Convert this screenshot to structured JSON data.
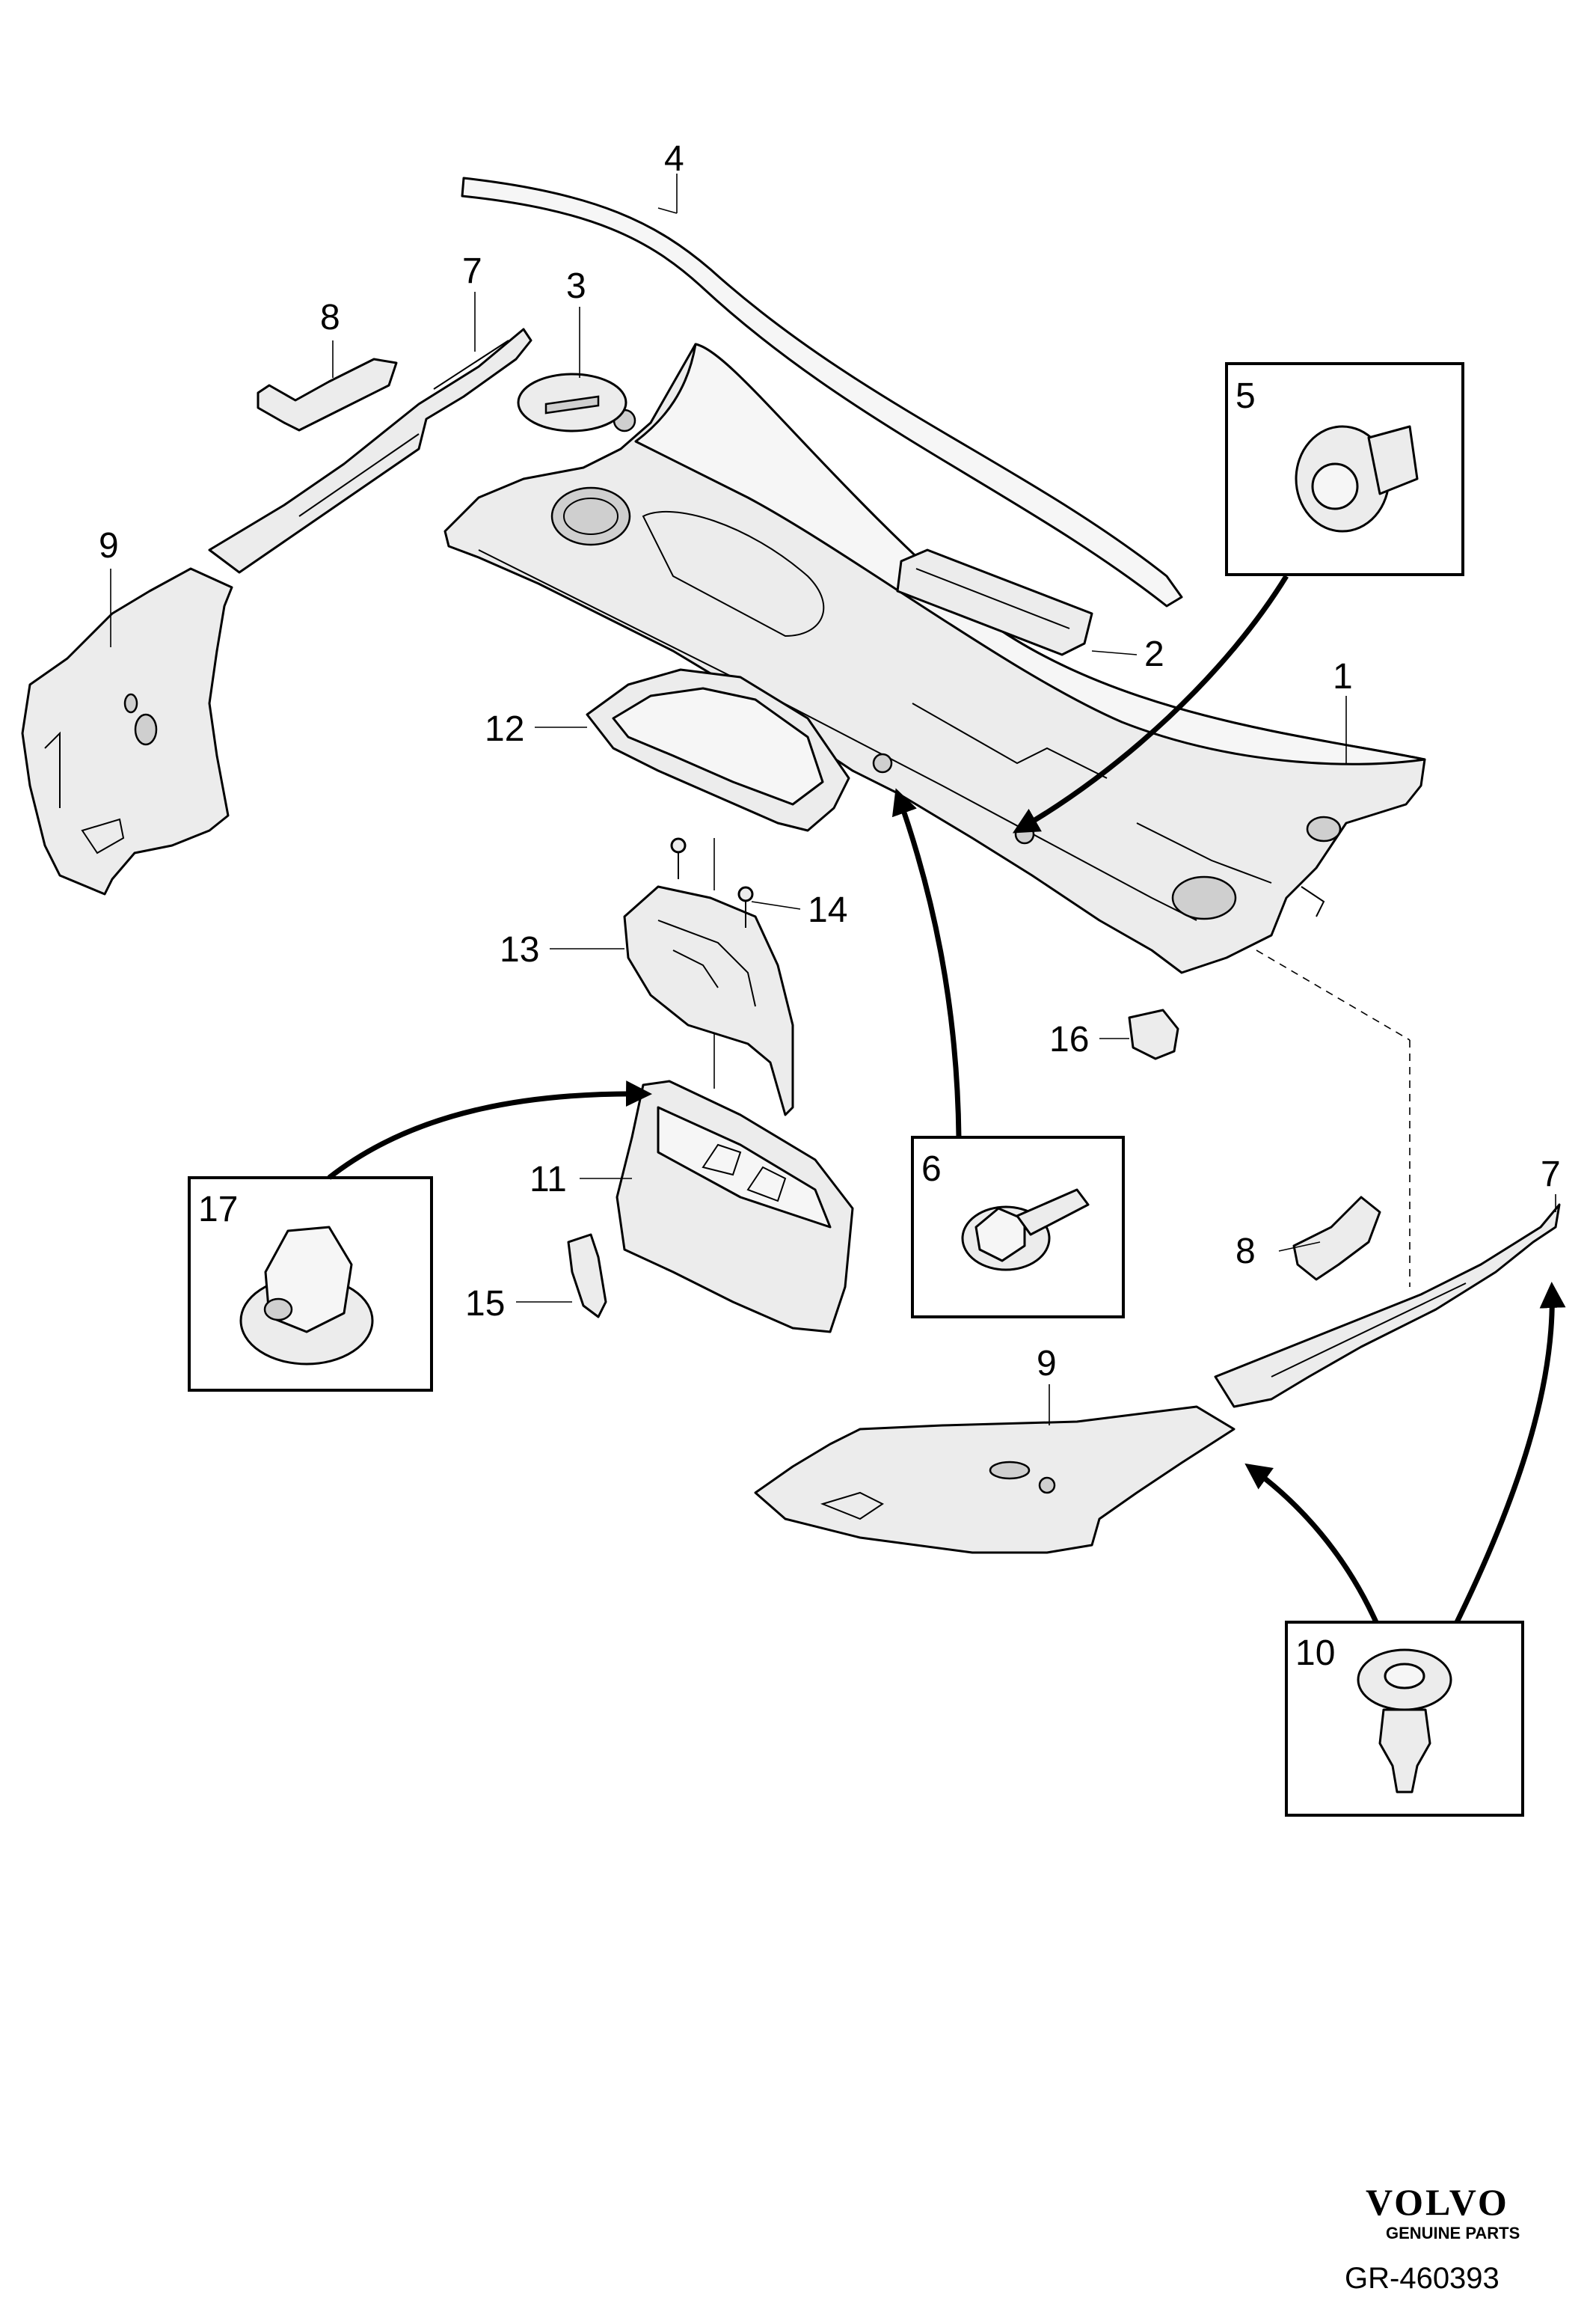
{
  "callouts": {
    "c1": "1",
    "c2": "2",
    "c3": "3",
    "c4": "4",
    "c5": "5",
    "c6": "6",
    "c7a": "7",
    "c7b": "7",
    "c8a": "8",
    "c8b": "8",
    "c9a": "9",
    "c9b": "9",
    "c10": "10",
    "c11": "11",
    "c12": "12",
    "c13": "13",
    "c14": "14",
    "c15": "15",
    "c16": "16",
    "c17": "17"
  },
  "footer": {
    "brand": "VOLVO",
    "tagline": "GENUINE PARTS",
    "reference": "GR-460393"
  }
}
